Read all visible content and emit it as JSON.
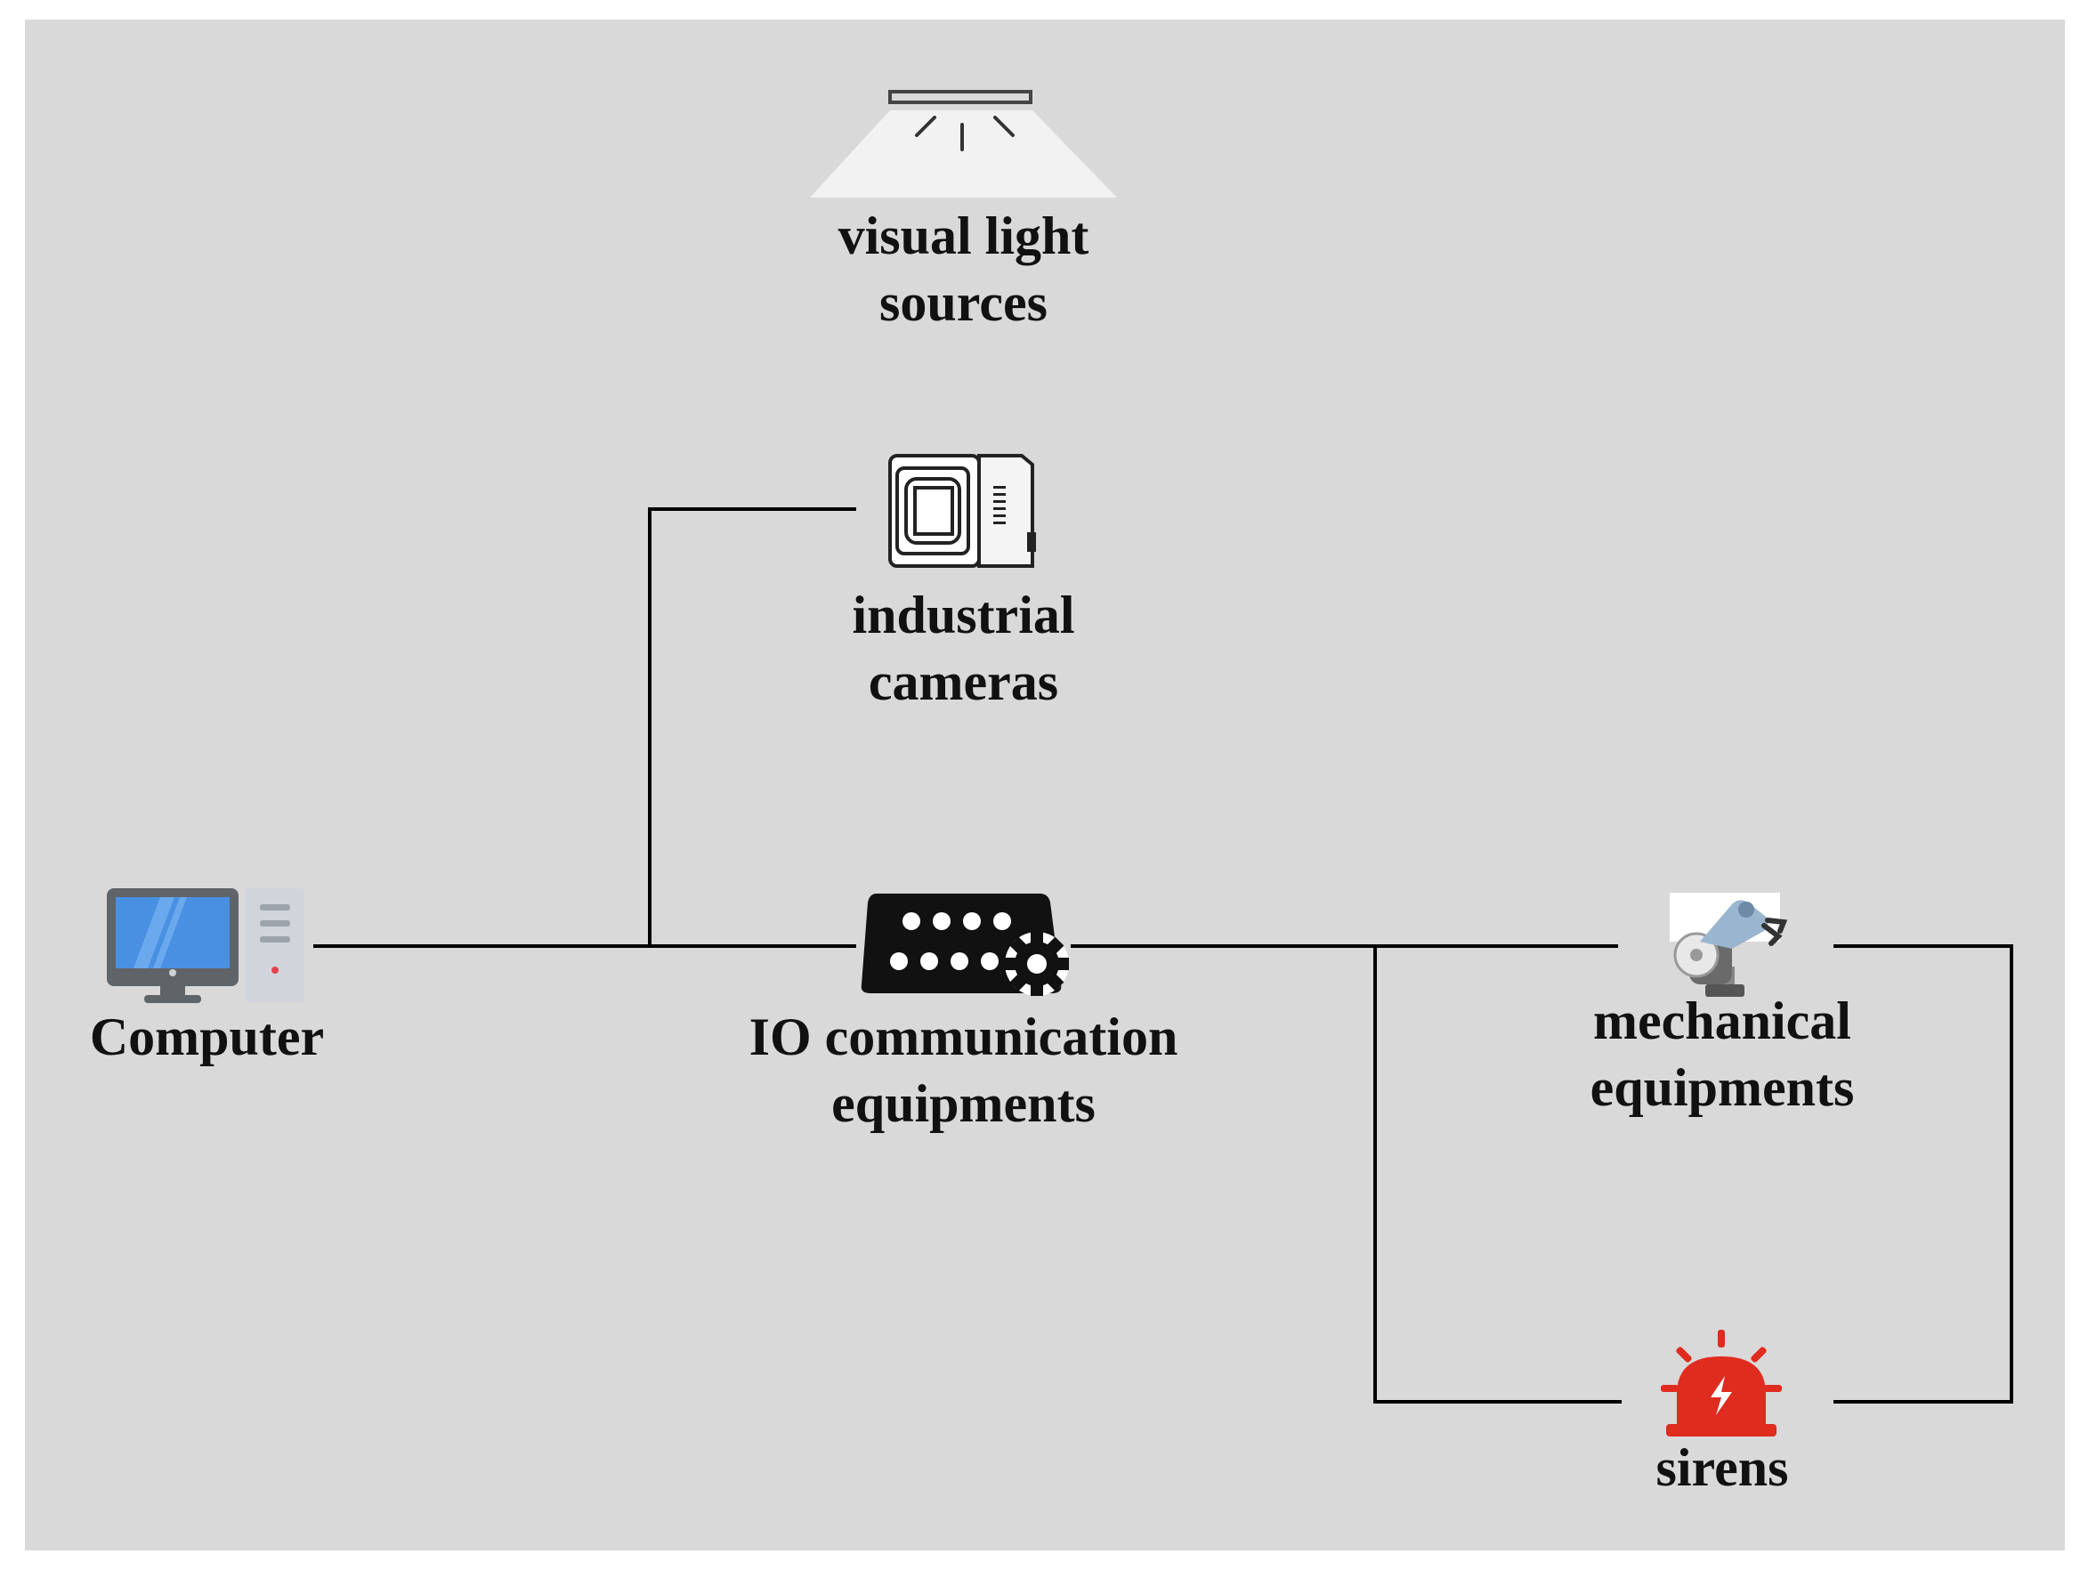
{
  "colors": {
    "background": "#d9d9d9",
    "line": "#000000",
    "siren": "#e02b1f",
    "monitor_screen": "#4a90e2",
    "monitor_frame": "#5f6469",
    "lamp_beam": "#f2f2f2"
  },
  "nodes": {
    "light": {
      "icon": "ceiling-light-icon",
      "line1": "visual light",
      "line2": "sources"
    },
    "camera": {
      "icon": "industrial-camera-icon",
      "line1": "industrial",
      "line2": "cameras"
    },
    "computer": {
      "icon": "desktop-computer-icon",
      "line1": "Computer"
    },
    "io": {
      "icon": "io-connector-gear-icon",
      "line1": "IO communication",
      "line2": "equipments"
    },
    "mechanical": {
      "icon": "robot-arm-icon",
      "line1": "mechanical",
      "line2": "equipments"
    },
    "sirens": {
      "icon": "siren-icon",
      "line1": "sirens"
    }
  }
}
